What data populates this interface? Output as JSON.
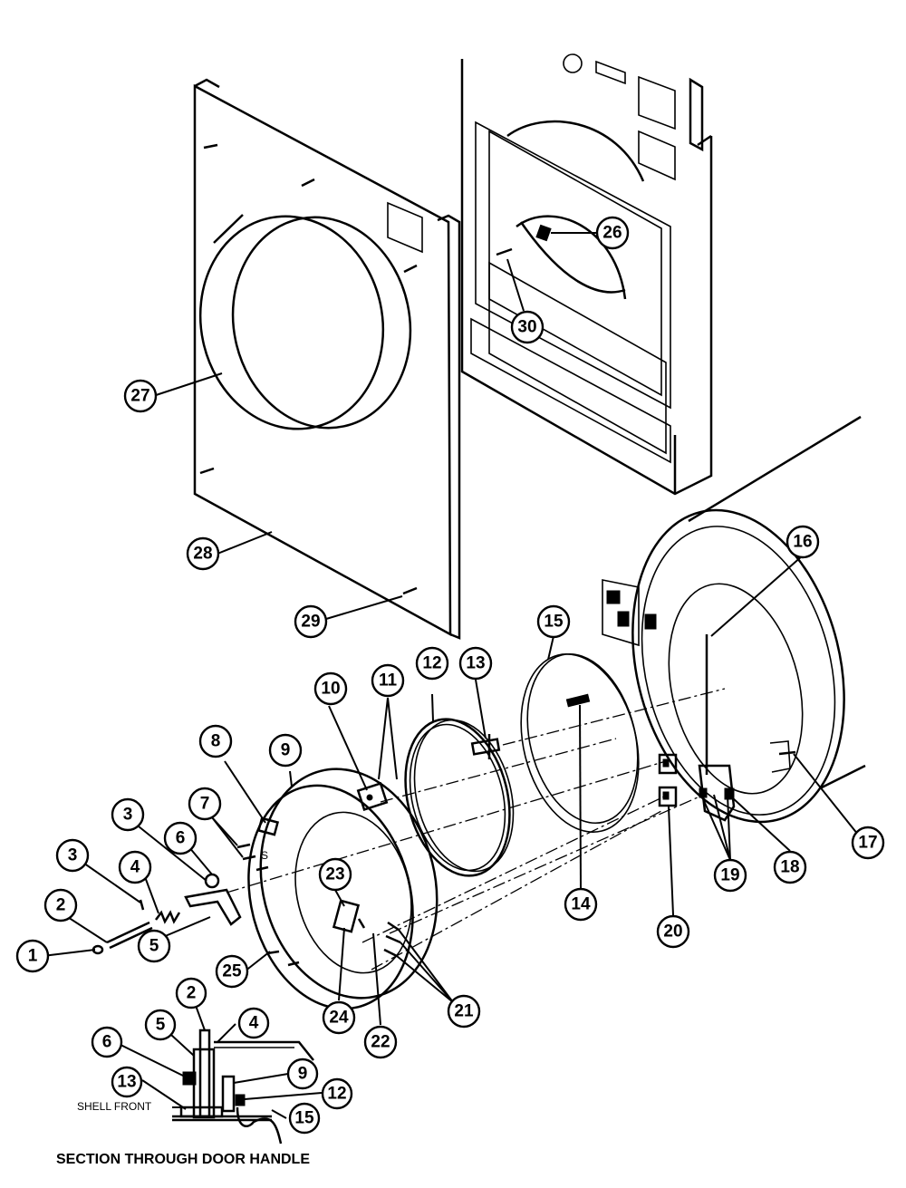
{
  "callouts": [
    "1",
    "2",
    "3",
    "4",
    "5",
    "6",
    "7",
    "8",
    "9",
    "10",
    "11",
    "12",
    "13",
    "14",
    "15",
    "16",
    "17",
    "18",
    "19",
    "20",
    "21",
    "22",
    "23",
    "24",
    "25",
    "26",
    "27",
    "28",
    "29",
    "30"
  ],
  "section": {
    "title": "SECTION THROUGH DOOR HANDLE",
    "shell_label": "SHELL FRONT",
    "callouts": [
      "2",
      "4",
      "5",
      "6",
      "9",
      "12",
      "13",
      "15"
    ]
  }
}
